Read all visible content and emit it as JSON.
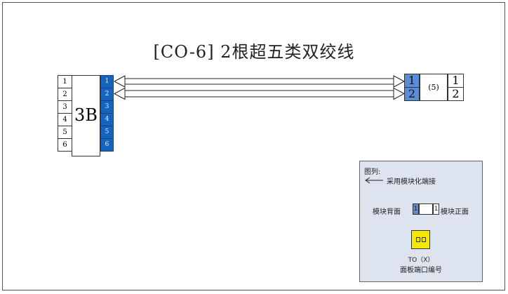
{
  "title": "[CO-6] 2根超五类双绞线",
  "left_panel": {
    "label": "3B",
    "port_numbers": [
      "1",
      "2",
      "3",
      "4",
      "5",
      "6"
    ],
    "module_numbers": [
      "1",
      "2",
      "3",
      "4",
      "5",
      "6"
    ]
  },
  "right_panel": {
    "back_numbers": [
      "1",
      "2"
    ],
    "center_label": "(5)",
    "front_numbers": [
      "1",
      "2"
    ]
  },
  "legend": {
    "title": "图列:",
    "arrow_text": "采用模块化端接",
    "back_label": "模块背面",
    "front_label": "模块正面",
    "mini_back": "1",
    "mini_front": "1",
    "outlet_code": "TO（X）",
    "outlet_desc": "面板端口编号"
  },
  "colors": {
    "module_blue": "#1565c0",
    "back_blue": "#5b8ed6",
    "legend_bg": "#dde3ef",
    "outlet_yellow": "#f4e800"
  }
}
